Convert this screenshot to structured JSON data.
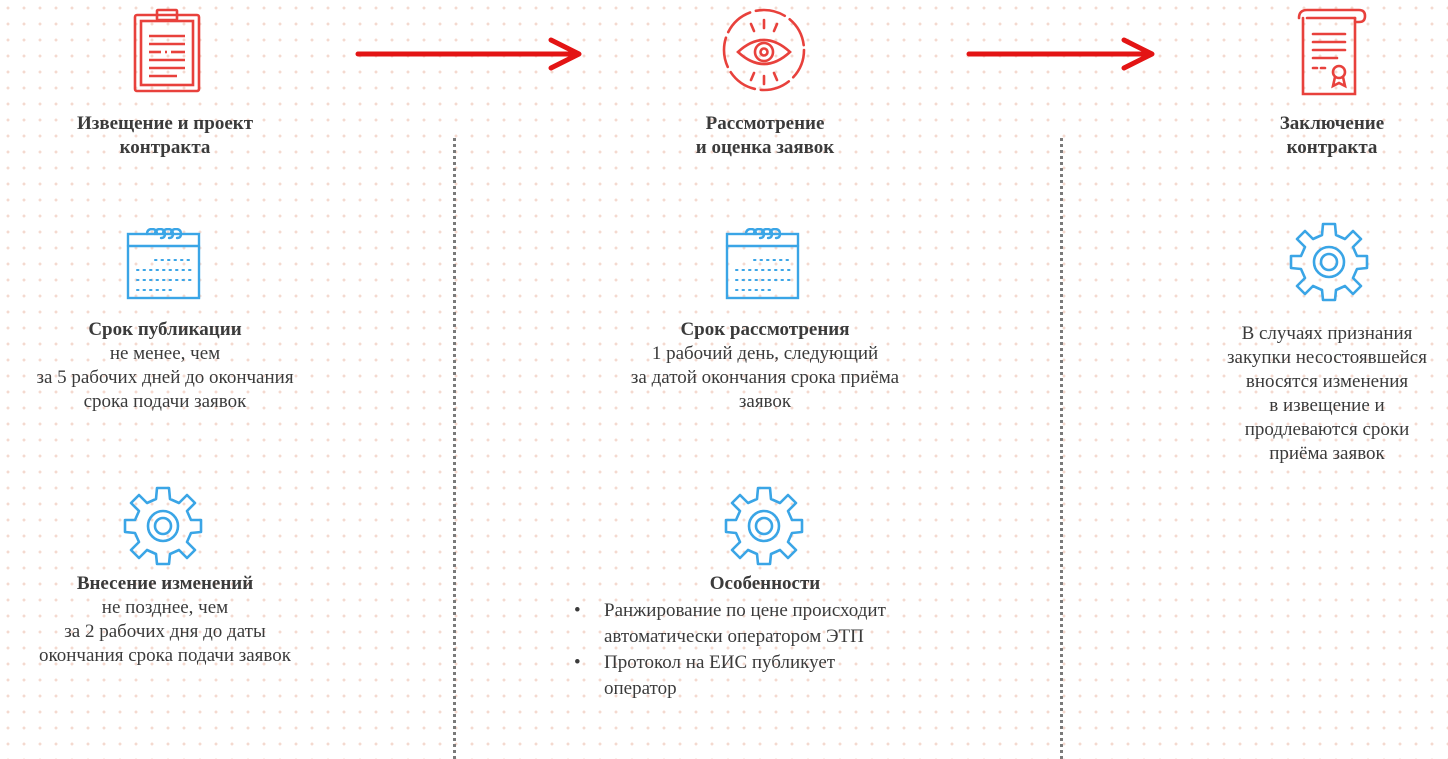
{
  "colors": {
    "red": "#e8413c",
    "blue": "#3aa5e6",
    "arrow": "#e31414"
  },
  "stages": [
    {
      "icon": "document-icon",
      "title_line1": "Извещение и проект",
      "title_line2": "контракта"
    },
    {
      "icon": "eye-icon",
      "title_line1": "Рассмотрение",
      "title_line2": "и оценка заявок"
    },
    {
      "icon": "certificate-icon",
      "title_line1": "Заключение",
      "title_line2": "контракта"
    }
  ],
  "col1": {
    "publication": {
      "title": "Срок публикации",
      "line1": "не менее, чем",
      "line2": "за 5 рабочих дней до окончания",
      "line3": "срока подачи заявок"
    },
    "changes": {
      "title": "Внесение изменений",
      "line1": "не позднее, чем",
      "line2": "за 2 рабочих дня до даты",
      "line3": "окончания срока подачи заявок"
    }
  },
  "col2": {
    "review": {
      "title": "Срок рассмотрения",
      "line1": "1 рабочий день, следующий",
      "line2": "за датой окончания срока приёма",
      "line3": "заявок"
    },
    "features": {
      "title": "Особенности",
      "items": [
        {
          "line1": "Ранжирование по цене происходит",
          "line2": "автоматически оператором ЭТП"
        },
        {
          "line1": "Протокол на ЕИС публикует",
          "line2": "оператор"
        }
      ]
    }
  },
  "col3": {
    "lines": [
      "В случаях признания",
      "закупки несостоявшейся",
      "вносятся изменения",
      "в извещение и",
      "продлеваются сроки",
      "приёма заявок"
    ]
  }
}
